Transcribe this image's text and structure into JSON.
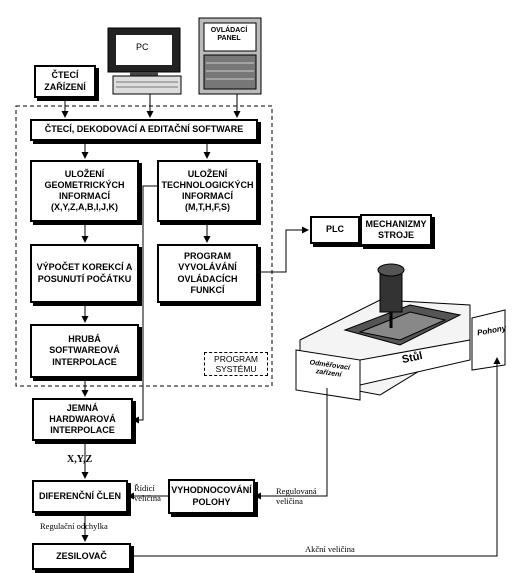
{
  "blocks": {
    "cteci_zarizeni": "ČTECÍ ZAŘÍZENÍ",
    "pc": "PC",
    "ovladaci_panel": "OVLÁDACÍ PANEL",
    "software": "ČTECÍ, DEKODOVACÍ A EDITAČNÍ SOFTWARE",
    "ulozeni_geom": "ULOŽENÍ GEOMETRICKÝCH INFORMACÍ (X,Y,Z,A,B,I,J,K)",
    "ulozeni_tech": "ULOŽENÍ TECHNOLOGICKÝCH INFORMACÍ (M,T,H,F,S)",
    "vypocet": "VÝPOČET KOREKCÍ A POSUNUTÍ POČÁTKU",
    "program_vyvolavani": "PROGRAM VYVOLÁVÁNÍ OVLÁDACÍCH FUNKCÍ",
    "hruba": "HRUBÁ SOFTWAREOVÁ INTERPOLACE",
    "program_systemu": "PROGRAM SYSTÉMU",
    "plc": "PLC",
    "mechanizmy": "MECHANIZMY STROJE",
    "jemna": "JEMNÁ HARDWAROVÁ INTERPOLACE",
    "xyz": "X,Y,Z",
    "diferencni": "DIFERENČNÍ ČLEN",
    "vyhodnocovani": "VYHODNOCOVÁNÍ POLOHY",
    "zesilovac": "ZESILOVAČ"
  },
  "signals": {
    "ridici": "Řídicí veličina",
    "regulovana": "Regulovaná veličina",
    "regulacni_odchylka": "Regulační odchylka",
    "akcni": "Akční veličina"
  },
  "machine": {
    "stul": "Stůl",
    "odmerovaci": "Odměřovací zařízení",
    "pohony": "Pohony"
  }
}
